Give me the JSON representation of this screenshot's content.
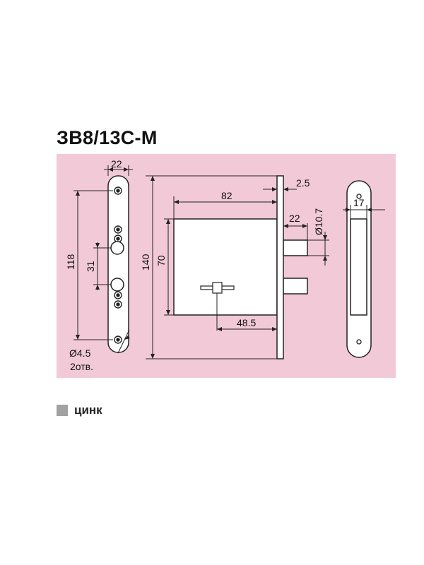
{
  "title": "ЗВ8/13С-М",
  "colors": {
    "panel": "#f2c9d6",
    "zinc_swatch": "#a2a2a2"
  },
  "dimensions": {
    "faceplate_width": "22",
    "faceplate_height": "118",
    "cylinder_spacing": "31",
    "hole_diameter": "Ø4.5",
    "hole_count": "2отв.",
    "overall_height": "140",
    "body_height": "70",
    "body_length": "82",
    "faceplate_thickness": "2.5",
    "bolt_projection": "22",
    "bolt_diameter": "Ø10.7",
    "backset": "48.5",
    "strike_width": "17"
  },
  "legend": {
    "label": "цинк"
  }
}
